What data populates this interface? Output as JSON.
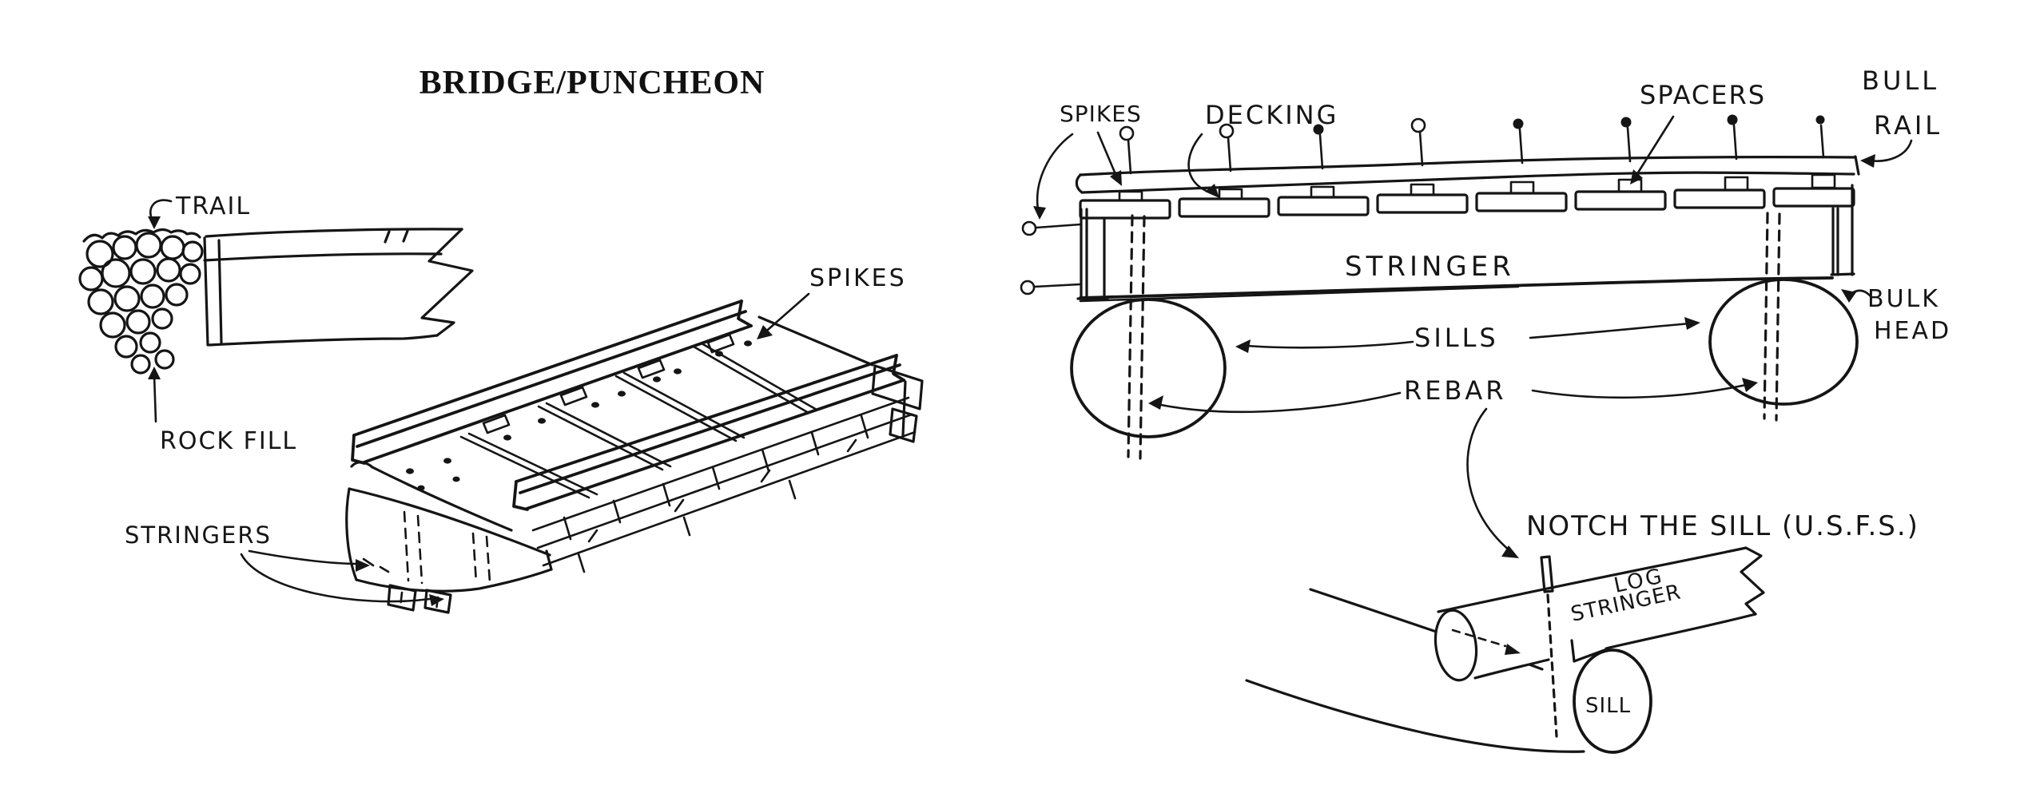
{
  "page": {
    "title": "BRIDGE/PUNCHEON",
    "ink_color": "#151515",
    "paper_color": "#ffffff"
  },
  "cross_section": {
    "trail_label": "TRAIL",
    "rock_fill_label": "ROCK FILL"
  },
  "perspective": {
    "spikes_label": "SPIKES",
    "stringers_label": "STRINGERS"
  },
  "elevation": {
    "spikes_label": "SPIKES",
    "decking_label": "DECKING",
    "spacers_label": "SPACERS",
    "bull_rail_line1": "BULL",
    "bull_rail_line2": "RAIL",
    "stringer_label": "STRINGER",
    "sills_label": "SILLS",
    "rebar_label": "REBAR",
    "bulkhead_line1": "BULK",
    "bulkhead_line2": "HEAD"
  },
  "notch_detail": {
    "caption": "NOTCH THE SILL (U.S.F.S.)",
    "log_line1": "LOG",
    "log_line2": "STRINGER",
    "sill_label": "SILL"
  }
}
